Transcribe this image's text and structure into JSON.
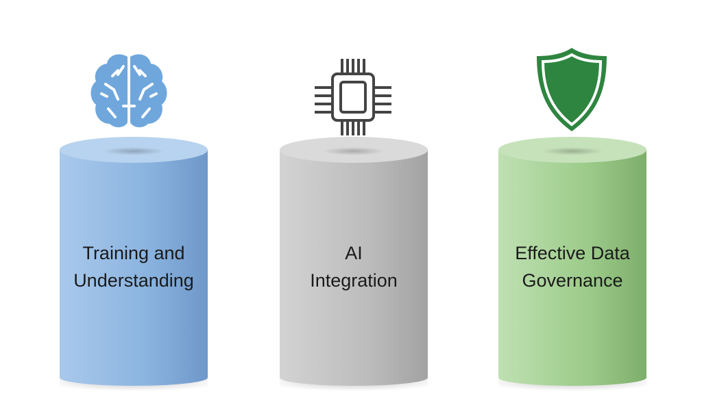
{
  "pillars": [
    {
      "label_line1": "Training and",
      "label_line2": "Understanding",
      "icon": "brain-icon",
      "color": "#8fb6e0"
    },
    {
      "label_line1": "AI",
      "label_line2": "Integration",
      "icon": "chip-icon",
      "color": "#bdbdbd"
    },
    {
      "label_line1": "Effective Data",
      "label_line2": "Governance",
      "icon": "shield-icon",
      "color": "#9fcb8e"
    }
  ]
}
